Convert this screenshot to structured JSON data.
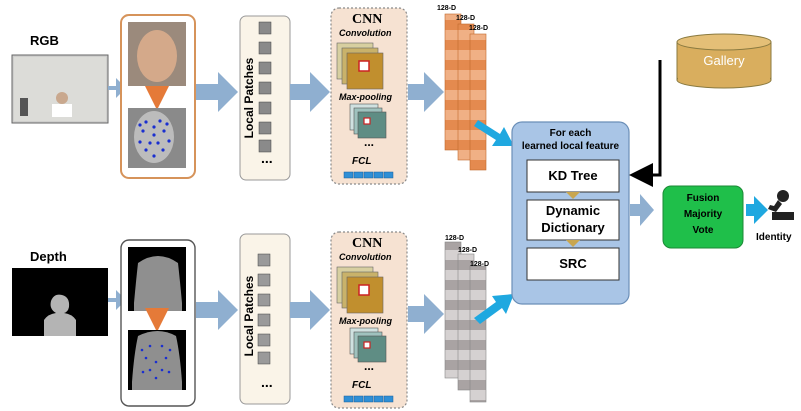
{
  "rgb_label": "RGB",
  "depth_label": "Depth",
  "patches_label": "Local Patches",
  "ellipsis": "...",
  "cnn": {
    "title": "CNN",
    "convolution": "Convolution",
    "max_pooling": "Max-pooling",
    "fcl": "FCL",
    "dots": "..."
  },
  "feature_dim": "128-D",
  "gallery": "Gallery",
  "matcher": {
    "title_line1": "For each",
    "title_line2": "learned local feature",
    "kd_tree": "KD Tree",
    "dyn_line1": "Dynamic",
    "dyn_line2": "Dictionary",
    "src": "SRC"
  },
  "fusion": {
    "line1": "Fusion",
    "line2": "Majority",
    "line3": "Vote"
  },
  "identity": "Identity",
  "colors": {
    "arrow_blue": "#8fafd0",
    "cyan_arrow": "#1fa8e0",
    "rgb_border": "#d6935a",
    "cnn_fill": "#f6e2d2",
    "matcher_fill": "#a9c5e6",
    "fusion_fill": "#1fbf4a",
    "gallery_fill": "#d9ae5e",
    "feat_orange": "#e48a4f",
    "feat_gray": "#a9a3a3"
  }
}
